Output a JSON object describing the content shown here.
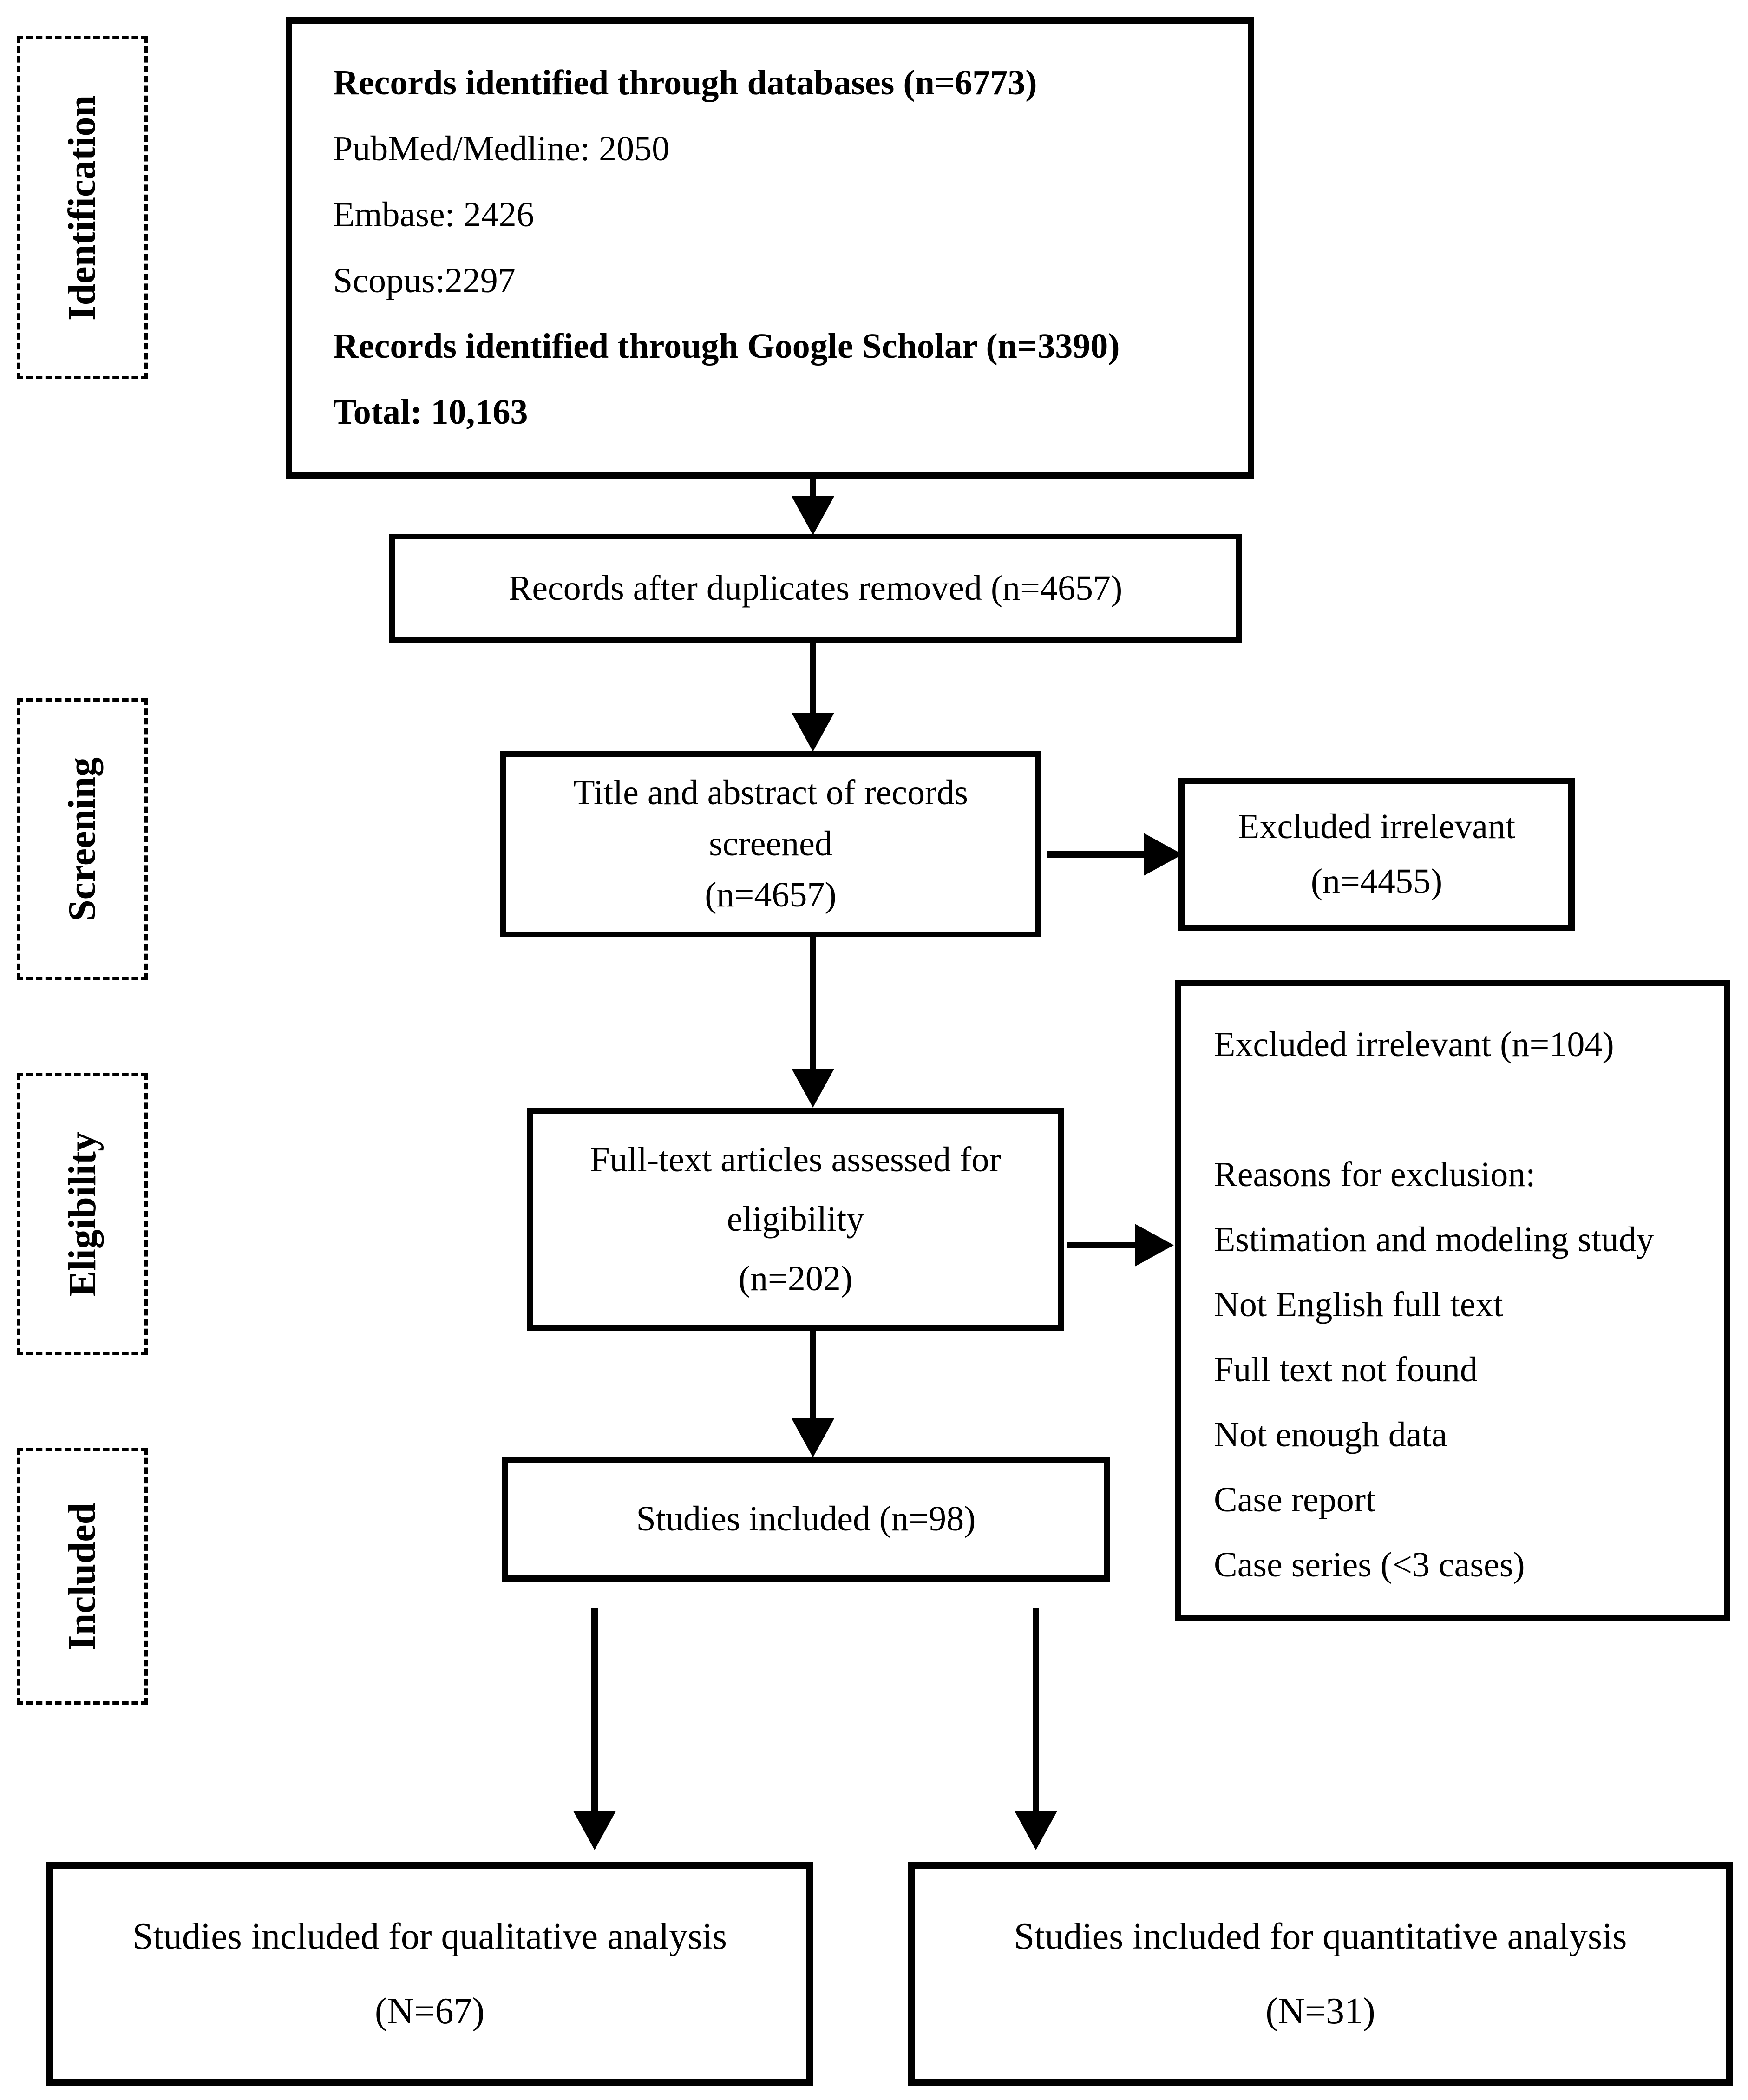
{
  "diagram": {
    "type": "prisma-flow",
    "colors": {
      "border": "#000000",
      "text": "#000000",
      "background": "#ffffff"
    },
    "stage_labels": [
      {
        "label": "Identification"
      },
      {
        "label": "Screening"
      },
      {
        "label": "Eligibility"
      },
      {
        "label": "Included"
      }
    ],
    "boxes": {
      "records_identified": {
        "lines": [
          {
            "text": "Records identified through databases (n=6773)",
            "bold": true
          },
          {
            "text": "PubMed/Medline: 2050",
            "bold": false
          },
          {
            "text": "Embase: 2426",
            "bold": false
          },
          {
            "text": "Scopus:2297",
            "bold": false
          },
          {
            "text": "Records identified through Google Scholar (n=3390)",
            "bold": true
          },
          {
            "text": "Total: 10,163",
            "bold": true
          }
        ]
      },
      "duplicates_removed": {
        "text": "Records after duplicates removed (n=4657)"
      },
      "screened": {
        "lines": [
          "Title and abstract of records",
          "screened",
          "(n=4657)"
        ]
      },
      "excluded_screening": {
        "lines": [
          "Excluded irrelevant",
          "(n=4455)"
        ]
      },
      "fulltext_assessed": {
        "lines": [
          "Full-text articles assessed for",
          "eligibility",
          "(n=202)"
        ]
      },
      "excluded_fulltext": {
        "title": "Excluded irrelevant (n=104)",
        "reasons_heading": "Reasons for exclusion:",
        "reasons": [
          "Estimation and modeling study",
          "Not English full text",
          "Full text not found",
          "Not enough data",
          "Case report",
          "Case series (<3 cases)"
        ]
      },
      "studies_included": {
        "text": "Studies included (n=98)"
      },
      "qualitative": {
        "lines": [
          "Studies included for qualitative analysis",
          "(N=67)"
        ]
      },
      "quantitative": {
        "lines": [
          "Studies included for quantitative analysis",
          "(N=31)"
        ]
      }
    }
  }
}
